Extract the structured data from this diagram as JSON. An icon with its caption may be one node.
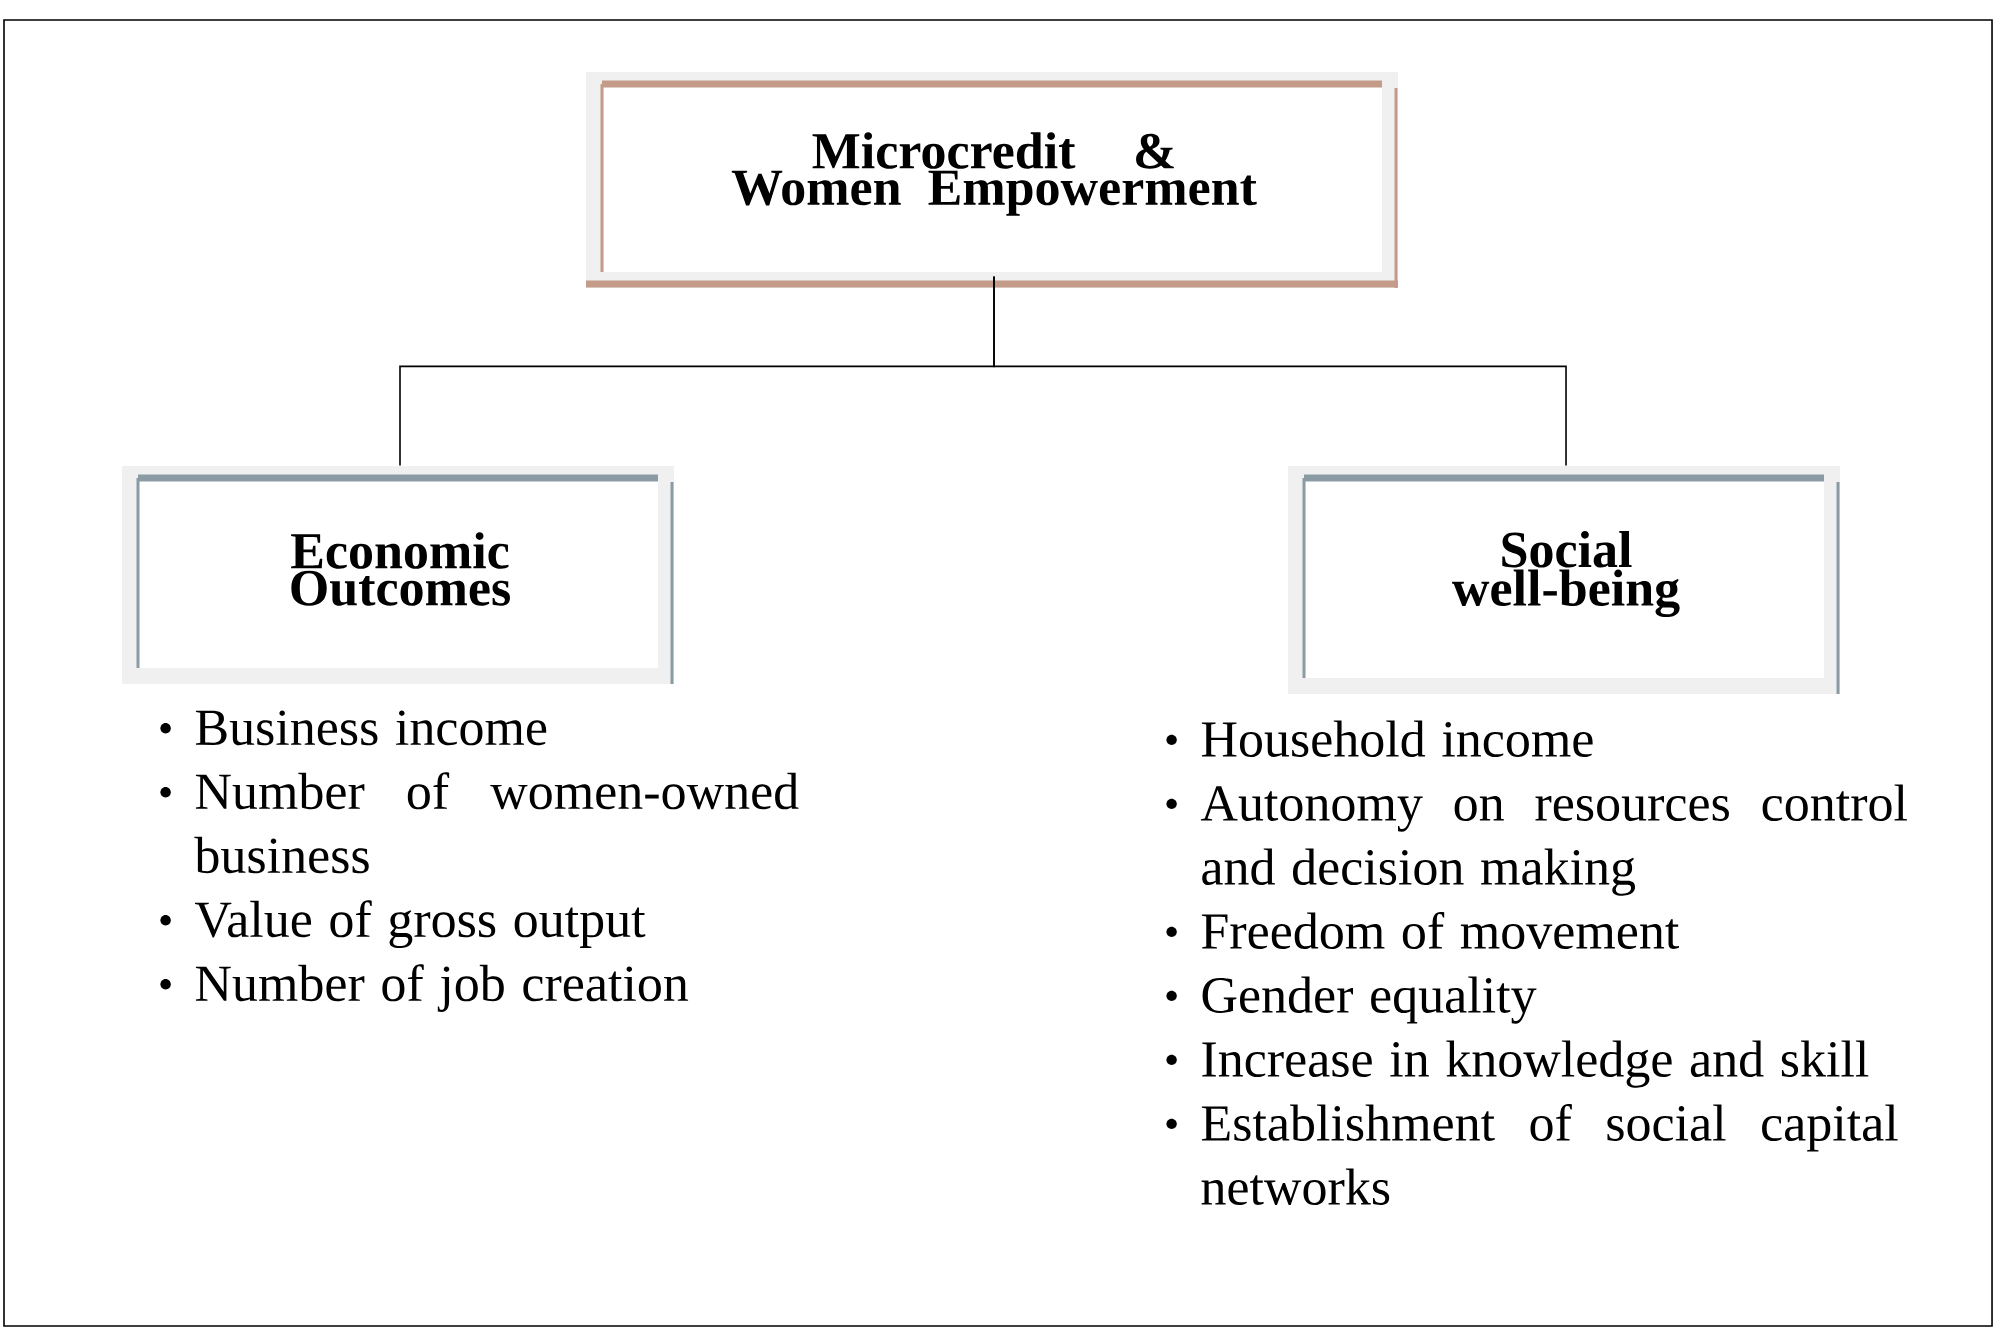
{
  "diagram": {
    "nodes": [
      {
        "text": [
          "Microcredit & Women Empowerment"
        ]
      },
      {
        "text": [
          "Economic Outcomes"
        ],
        "beside": [
          "Business income",
          "Number of women-owned business",
          "Value of gross output",
          "Number of job creation"
        ]
      },
      {
        "text": [
          "Social well-being"
        ],
        "beside": [
          "Household income",
          "Autonomy on resources control and decision making",
          "Freedom of movement",
          "Gender equality",
          "Increase in knowledge and skill",
          "Establishment of social capital networks"
        ]
      }
    ],
    "edges": [
      {
        "from": 0,
        "to": 1,
        "arrow": "none"
      },
      {
        "from": 0,
        "to": 2,
        "arrow": "none"
      }
    ]
  }
}
